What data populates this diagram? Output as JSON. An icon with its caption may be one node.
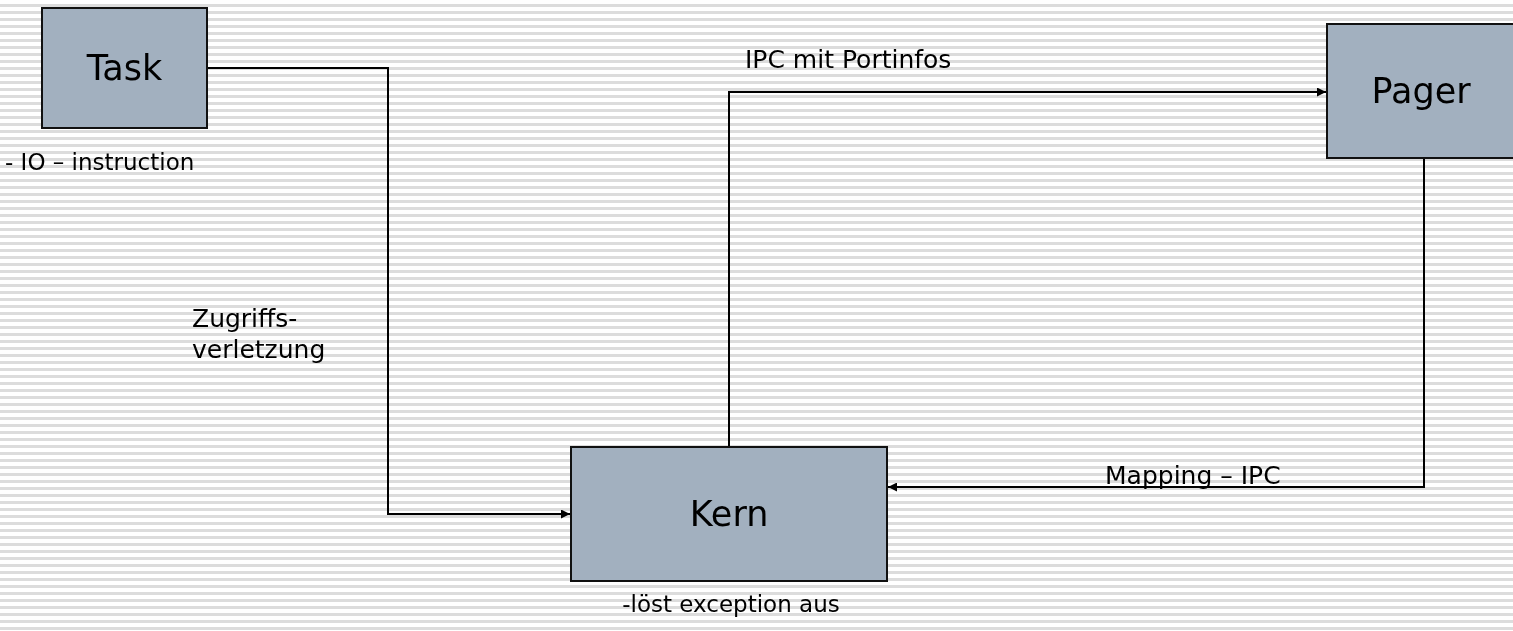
{
  "diagram": {
    "nodes": [
      {
        "text": [
          "Task"
        ],
        "beside": [
          "- IO – instruction"
        ]
      },
      {
        "text": [
          "Pager"
        ]
      },
      {
        "text": [
          "Kern"
        ],
        "beside": [
          "-löst exception aus"
        ]
      }
    ],
    "edges": [
      {
        "from": 0,
        "to": 2,
        "arrow": "to",
        "label": "Zugriffs- verletzung"
      },
      {
        "from": 2,
        "to": 1,
        "arrow": "to",
        "label": "IPC mit Portinfos"
      },
      {
        "from": 1,
        "to": 2,
        "arrow": "to",
        "label": "Mapping – IPC"
      }
    ]
  }
}
